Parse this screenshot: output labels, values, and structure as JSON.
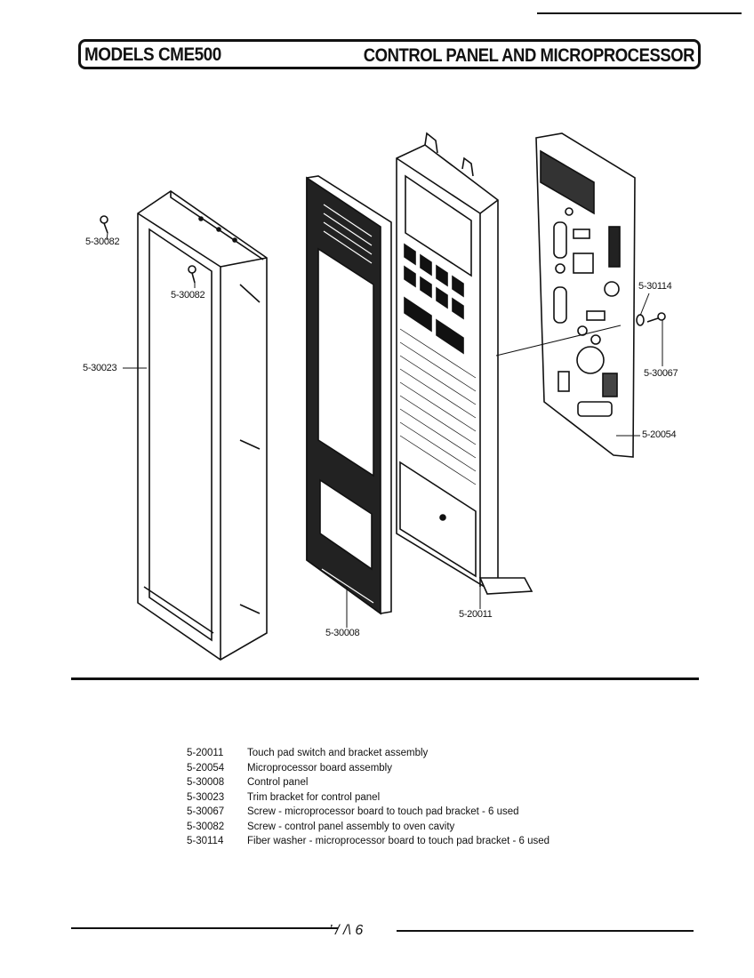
{
  "header": {
    "models": "MODELS CME500",
    "title": "CONTROL PANEL AND MICROPROCESSOR"
  },
  "callouts": {
    "screw_left": "5-30082",
    "screw_inner": "5-30082",
    "trim_bracket": "5-30023",
    "control_panel": "5-30008",
    "touch_pad": "5-20011",
    "washer": "5-30114",
    "screw_right": "5-30067",
    "micro_board": "5-20054"
  },
  "parts": [
    {
      "pn": "5-20011",
      "desc": "Touch pad switch and bracket assembly"
    },
    {
      "pn": "5-20054",
      "desc": "Microprocessor board assembly"
    },
    {
      "pn": "5-30008",
      "desc": "Control panel"
    },
    {
      "pn": "5-30023",
      "desc": "Trim bracket for control panel"
    },
    {
      "pn": "5-30067",
      "desc": "Screw - microprocessor board to touch pad bracket - 6 used"
    },
    {
      "pn": "5-30082",
      "desc": "Screw - control panel assembly to oven cavity"
    },
    {
      "pn": "5-30114",
      "desc": "Fiber washer - microprocessor board to touch pad bracket - 6 used"
    }
  ],
  "footer": {
    "page_mark": "’ / /\\ 6"
  }
}
